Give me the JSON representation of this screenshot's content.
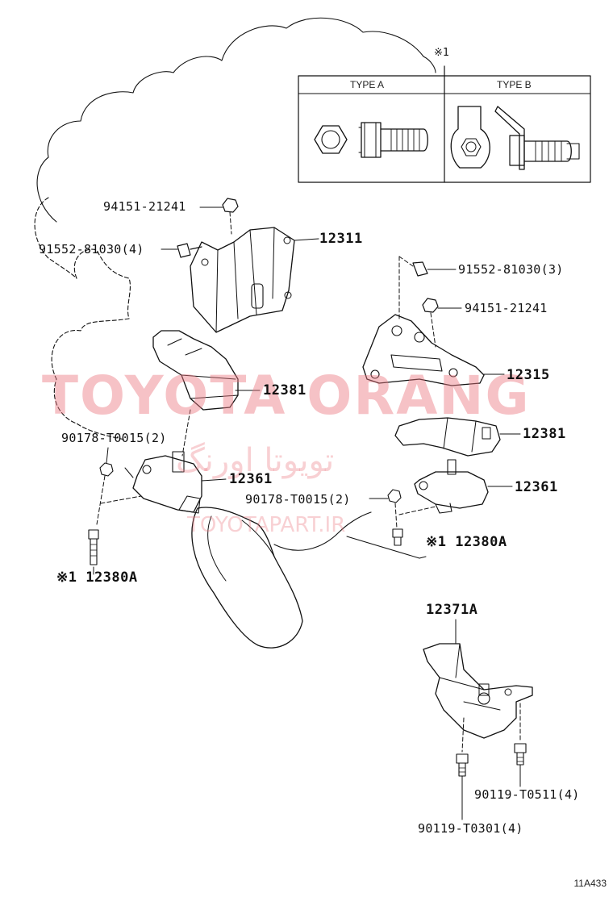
{
  "type_table": {
    "note_mark": "※1",
    "type_a": "TYPE A",
    "type_b": "TYPE B"
  },
  "labels": {
    "p94151_top": "94151-21241",
    "p91552_left": "91552-81030(4)",
    "p12311": "12311",
    "p91552_right": "91552-81030(3)",
    "p94151_right": "94151-21241",
    "p12315": "12315",
    "p12381_left": "12381",
    "p12381_right": "12381",
    "p90178_left": "90178-T0015(2)",
    "p12361_left": "12361",
    "p12361_right": "12361",
    "p90178_right": "90178-T0015(2)",
    "p12380a_right": "※1 12380A",
    "p12380a_left": "※1 12380A",
    "p12371a": "12371A",
    "p90119_t0511": "90119-T0511(4)",
    "p90119_t0301": "90119-T0301(4)"
  },
  "watermark": {
    "line1": "TOYOTA ORANG",
    "line2": "تویوتا اورنگ",
    "line3": "TOYOTAPART.IR"
  },
  "reference_code": "11A433"
}
